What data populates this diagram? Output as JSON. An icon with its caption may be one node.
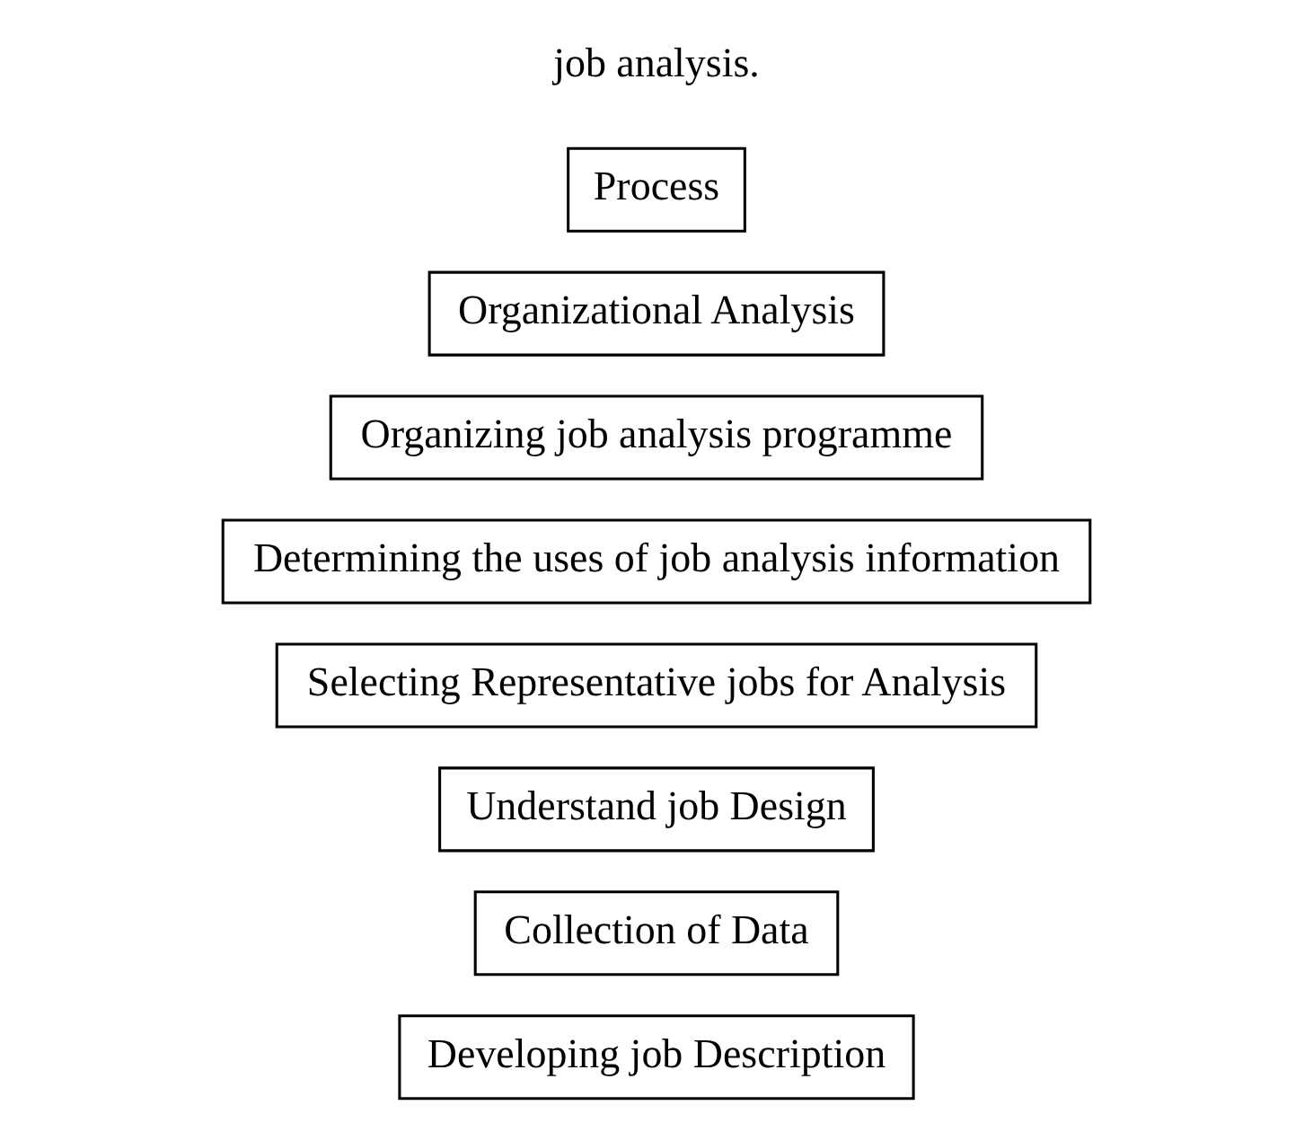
{
  "diagram": {
    "nodes": [
      {
        "text": [
          "Process"
        ]
      },
      {
        "text": [
          "Organizational Analysis"
        ]
      },
      {
        "text": [
          "Organizing job analysis programme"
        ]
      },
      {
        "text": [
          "Determining the uses of job analysis information"
        ]
      },
      {
        "text": [
          "Selecting Representative jobs for Analysis"
        ]
      },
      {
        "text": [
          "Understand job Design"
        ]
      },
      {
        "text": [
          "Collection of Data"
        ]
      },
      {
        "text": [
          "Developing job Description"
        ]
      }
    ],
    "labels": [
      "job analysis."
    ]
  }
}
